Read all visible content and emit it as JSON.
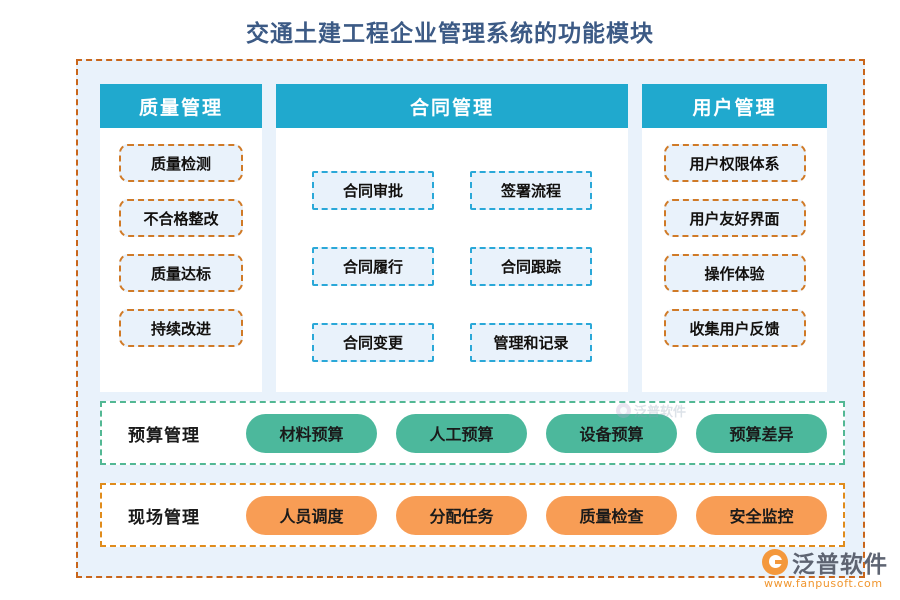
{
  "page": {
    "title": "交通土建工程企业管理系统的功能模块"
  },
  "colors": {
    "header_bar": "#20A9CE",
    "frame_dash": "#C9661B",
    "panel_bg": "#E9F2FB",
    "card_bg": "#FFFFFF",
    "chip_orange_border": "#D07A27",
    "chip_cyan_border": "#2AA8D8",
    "pill_teal": "#4CB89C",
    "pill_orange": "#F89D55",
    "budget_dash": "#53B894",
    "site_dash": "#E08C1C",
    "title_text": "#3C5A85"
  },
  "columns": [
    {
      "key": "quality",
      "header": "质量管理",
      "items": [
        {
          "label": "质量检测"
        },
        {
          "label": "不合格整改"
        },
        {
          "label": "质量达标"
        },
        {
          "label": "持续改进"
        }
      ]
    },
    {
      "key": "contract",
      "header": "合同管理",
      "items": [
        {
          "label": "合同审批"
        },
        {
          "label": "签署流程"
        },
        {
          "label": "合同履行"
        },
        {
          "label": "合同跟踪"
        },
        {
          "label": "合同变更"
        },
        {
          "label": "管理和记录"
        }
      ]
    },
    {
      "key": "user",
      "header": "用户管理",
      "items": [
        {
          "label": "用户权限体系"
        },
        {
          "label": "用户友好界面"
        },
        {
          "label": "操作体验"
        },
        {
          "label": "收集用户反馈"
        }
      ]
    }
  ],
  "bottom_rows": [
    {
      "key": "budget",
      "label": "预算管理",
      "pills": [
        {
          "label": "材料预算"
        },
        {
          "label": "人工预算"
        },
        {
          "label": "设备预算"
        },
        {
          "label": "预算差异"
        }
      ]
    },
    {
      "key": "site",
      "label": "现场管理",
      "pills": [
        {
          "label": "人员调度"
        },
        {
          "label": "分配任务"
        },
        {
          "label": "质量检查"
        },
        {
          "label": "安全监控"
        }
      ]
    }
  ],
  "watermark": {
    "center_text": "泛普软件"
  },
  "logo": {
    "name": "泛普软件",
    "url": "www.fanpusoft.com"
  }
}
